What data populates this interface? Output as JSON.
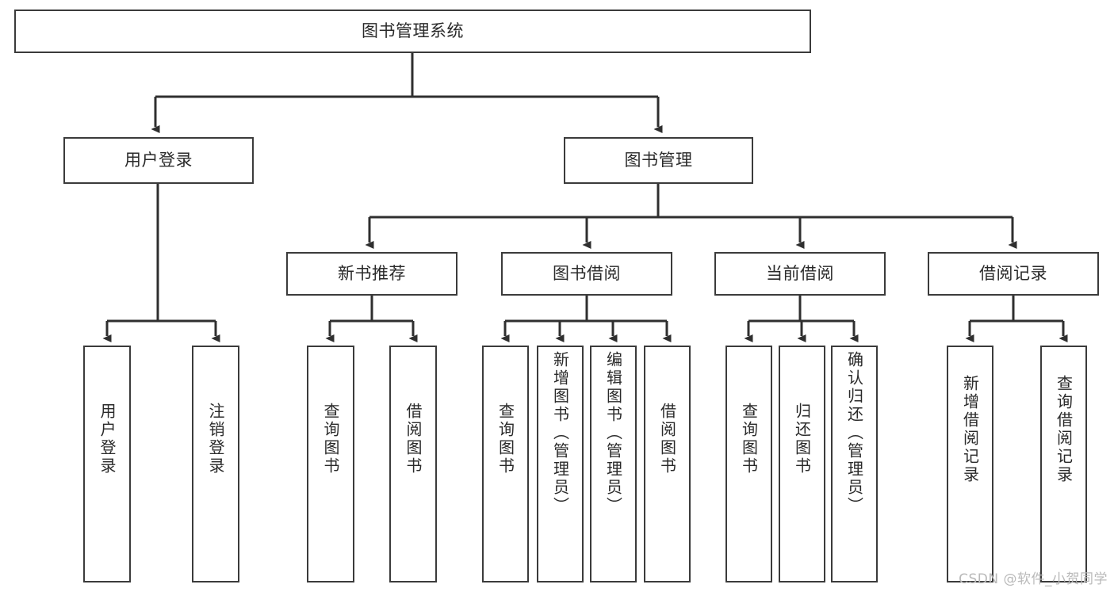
{
  "diagram": {
    "type": "tree-hierarchy",
    "title": "图书管理系统",
    "orientation": "top-down",
    "colors": {
      "box_border": "#3b3b3b",
      "box_fill": "#ffffff",
      "connector": "#2f2f2f",
      "text": "#2a2a2a",
      "watermark": "#b9b9b9",
      "background": "#ffffff"
    },
    "root": {
      "label": "图书管理系统"
    },
    "level2": [
      {
        "label": "用户登录"
      },
      {
        "label": "图书管理"
      }
    ],
    "level3": [
      {
        "label": "新书推荐"
      },
      {
        "label": "图书借阅"
      },
      {
        "label": "当前借阅"
      },
      {
        "label": "借阅记录"
      }
    ],
    "leaves": {
      "user_login": [
        {
          "label": "用户登录"
        },
        {
          "label": "注销登录"
        }
      ],
      "new_book_recommend": [
        {
          "label": "查询图书"
        },
        {
          "label": "借阅图书"
        }
      ],
      "book_borrow": [
        {
          "label": "查询图书"
        },
        {
          "label": "新增图书（管理员）"
        },
        {
          "label": "编辑图书（管理员）"
        },
        {
          "label": "借阅图书"
        }
      ],
      "current_borrow": [
        {
          "label": "查询图书"
        },
        {
          "label": "归还图书"
        },
        {
          "label": "确认归还（管理员）"
        }
      ],
      "borrow_record": [
        {
          "label": "新增借阅记录"
        },
        {
          "label": "查询借阅记录"
        }
      ]
    }
  },
  "watermark": {
    "text": "CSDN @软件_小贺同学"
  }
}
